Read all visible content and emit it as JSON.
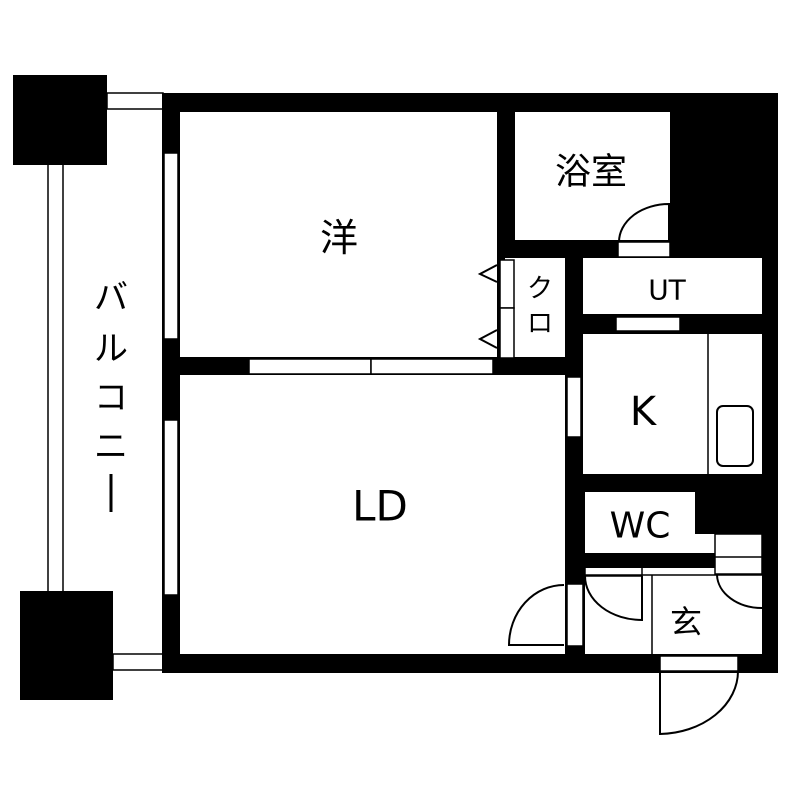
{
  "floorplan": {
    "colors": {
      "wall": "#000000",
      "floor": "#ffffff"
    },
    "rooms": {
      "western_room": "洋",
      "bathroom": "浴室",
      "closet": [
        "ク",
        "ロ"
      ],
      "utility": "UT",
      "kitchen": "K",
      "living_dining": "LD",
      "toilet": "WC",
      "entrance": "玄",
      "balcony": [
        "バ",
        "ル",
        "コ",
        "ニ",
        "ー"
      ]
    }
  }
}
